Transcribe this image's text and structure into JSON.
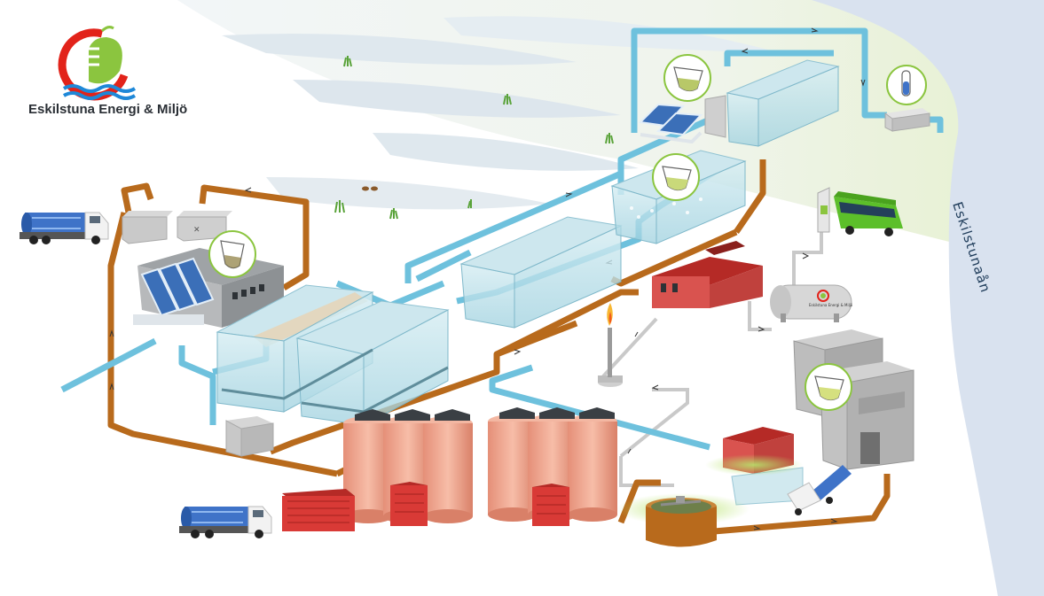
{
  "brand": {
    "name": "Eskilstuna Energi & Miljö",
    "tank_marking": "Eskilstuna Energi & Miljö",
    "colors": {
      "red": "#e2231a",
      "green": "#8bc53f",
      "blue": "#1e88d8"
    }
  },
  "map": {
    "river_label": "Eskilstunaån",
    "colors": {
      "river": "#d9e2ef",
      "sludge_pipe": "#b86a1c",
      "water_pipe": "#6ec1dd",
      "gas_pipe": "#bfbfbf",
      "tank": "#e9a38d",
      "shed": "#d93a36"
    }
  },
  "icons": [
    "water-sample-flask-icon",
    "test-tube-icon",
    "flare-flame-icon"
  ]
}
